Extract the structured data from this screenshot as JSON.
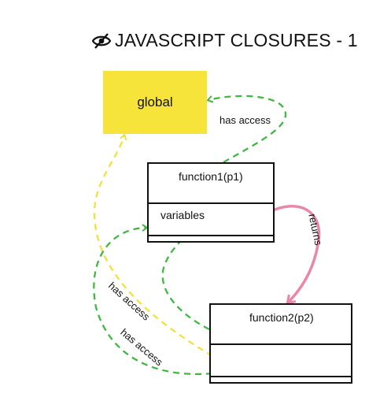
{
  "header": {
    "title": "JAVASCRIPT CLOSURES - 1",
    "icon": "eye-slash-icon"
  },
  "diagram": {
    "nodes": {
      "global": {
        "label": "global",
        "color": "#f6e43a"
      },
      "function1": {
        "label": "function1(p1)",
        "section": "variables"
      },
      "function2": {
        "label": "function2(p2)"
      }
    },
    "edges": {
      "function1_to_global": {
        "label": "has access",
        "color": "#3fb93f"
      },
      "function2_to_global": {
        "label": "has access",
        "color": "#f2e23a"
      },
      "function2_to_function1": {
        "label": "has access",
        "color": "#3fb93f"
      },
      "function1_returns_function2": {
        "label": "returns",
        "color": "#e987a6"
      }
    }
  }
}
